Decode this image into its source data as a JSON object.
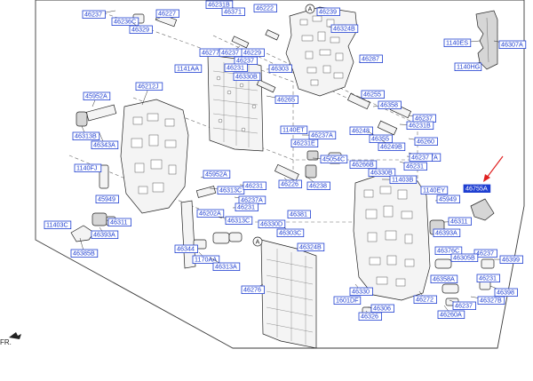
{
  "diagram": {
    "orientation_label": "FR.",
    "circle_marker_label": "A",
    "highlighted_part": "46755A",
    "colors": {
      "callout": "#1f3fd1",
      "highlight_fill": "#1f3fd1",
      "pointer_arrow": "#e02020",
      "line_art": "#222222"
    }
  },
  "callouts": [
    {
      "code": "46237"
    },
    {
      "code": "46236C"
    },
    {
      "code": "46329"
    },
    {
      "code": "46227"
    },
    {
      "code": "46231B"
    },
    {
      "code": "46371"
    },
    {
      "code": "46222"
    },
    {
      "code": "46239"
    },
    {
      "code": "46324B"
    },
    {
      "code": "1140ES"
    },
    {
      "code": "46307A"
    },
    {
      "code": "1140HG"
    },
    {
      "code": "46277"
    },
    {
      "code": "46237"
    },
    {
      "code": "46229"
    },
    {
      "code": "46237"
    },
    {
      "code": "46287"
    },
    {
      "code": "1141AA"
    },
    {
      "code": "46231"
    },
    {
      "code": "46303"
    },
    {
      "code": "46330B"
    },
    {
      "code": "46212J"
    },
    {
      "code": "45952A"
    },
    {
      "code": "46265"
    },
    {
      "code": "46255"
    },
    {
      "code": "46358"
    },
    {
      "code": "46237"
    },
    {
      "code": "46231B"
    },
    {
      "code": "1140ET"
    },
    {
      "code": "46237A"
    },
    {
      "code": "46248"
    },
    {
      "code": "46355"
    },
    {
      "code": "46260"
    },
    {
      "code": "46313B"
    },
    {
      "code": "46231E"
    },
    {
      "code": "46249B"
    },
    {
      "code": "46343A"
    },
    {
      "code": "46237A"
    },
    {
      "code": "45054C"
    },
    {
      "code": "46266B"
    },
    {
      "code": "46237"
    },
    {
      "code": "46231"
    },
    {
      "code": "1140FJ"
    },
    {
      "code": "45952A"
    },
    {
      "code": "46330B"
    },
    {
      "code": "46313C"
    },
    {
      "code": "46226"
    },
    {
      "code": "46238"
    },
    {
      "code": "11403B"
    },
    {
      "code": "1140EY"
    },
    {
      "code": "46755A"
    },
    {
      "code": "45949"
    },
    {
      "code": "46231"
    },
    {
      "code": "46237A"
    },
    {
      "code": "11403C"
    },
    {
      "code": "45949"
    },
    {
      "code": "46202A"
    },
    {
      "code": "46231"
    },
    {
      "code": "46381"
    },
    {
      "code": "46311"
    },
    {
      "code": "46313C"
    },
    {
      "code": "46330D"
    },
    {
      "code": "46311"
    },
    {
      "code": "46393A"
    },
    {
      "code": "46303C"
    },
    {
      "code": "46393A"
    },
    {
      "code": "46324B"
    },
    {
      "code": "46344"
    },
    {
      "code": "46376C"
    },
    {
      "code": "46237"
    },
    {
      "code": "46385B"
    },
    {
      "code": "1170AA"
    },
    {
      "code": "46305B"
    },
    {
      "code": "46399"
    },
    {
      "code": "46313A"
    },
    {
      "code": "46358A"
    },
    {
      "code": "46231"
    },
    {
      "code": "46276"
    },
    {
      "code": "46330"
    },
    {
      "code": "46398"
    },
    {
      "code": "1601DF"
    },
    {
      "code": "46272"
    },
    {
      "code": "46237"
    },
    {
      "code": "46327B"
    },
    {
      "code": "46306"
    },
    {
      "code": "46260A"
    },
    {
      "code": "46326"
    }
  ]
}
